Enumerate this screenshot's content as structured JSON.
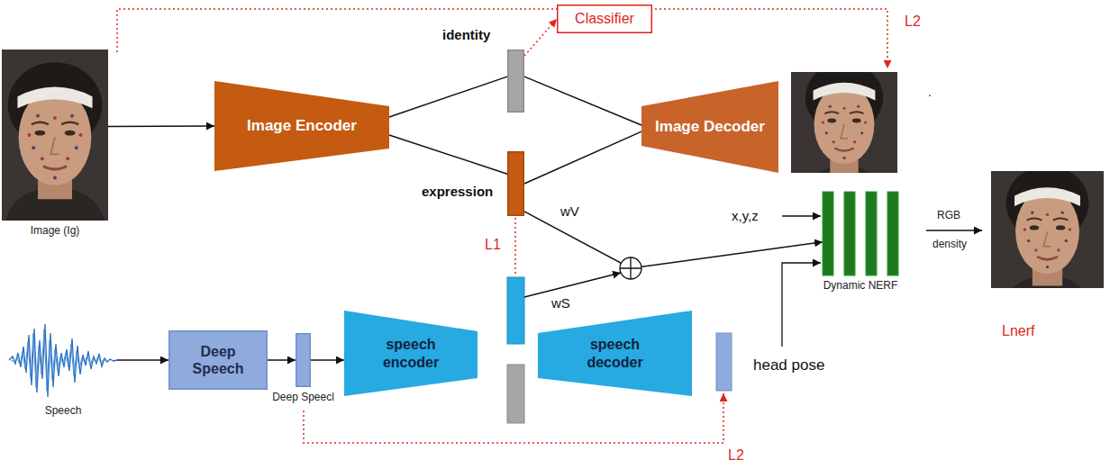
{
  "diagram": {
    "nodes": [
      {
        "text": [
          "Image (Ig)"
        ]
      },
      {
        "text": [
          "Image Encoder"
        ]
      },
      {
        "text": [
          "identity"
        ]
      },
      {
        "text": [
          "Classifier"
        ]
      },
      {
        "text": [
          "Image Decoder"
        ]
      },
      {
        "text": [
          "expression"
        ]
      },
      {
        "text": [
          "Dynamic NERF"
        ]
      },
      {
        "text": [
          "Speech"
        ]
      },
      {
        "text": [
          "Deep Speech"
        ]
      },
      {
        "text": [
          "Deep Speecl"
        ]
      },
      {
        "text": [
          "speech encoder"
        ]
      },
      {
        "text": [
          "speech decoder"
        ]
      }
    ],
    "edges": [
      {
        "from": 0,
        "to": 1,
        "arrow": "to"
      },
      {
        "from": 1,
        "to": 2,
        "arrow": "none"
      },
      {
        "from": 1,
        "to": 5,
        "arrow": "none"
      },
      {
        "from": 2,
        "to": 3,
        "arrow": "to"
      },
      {
        "from": 2,
        "to": 4,
        "arrow": "none"
      },
      {
        "from": 5,
        "to": 4,
        "arrow": "none"
      },
      {
        "from": 5,
        "to": 6,
        "label": "wV",
        "arrow": "to"
      },
      {
        "from": 7,
        "to": 8,
        "arrow": "to"
      },
      {
        "from": 8,
        "to": 9,
        "arrow": "to"
      },
      {
        "from": 9,
        "to": 10,
        "arrow": "to"
      }
    ],
    "labels": [
      "L2",
      ".",
      "wS",
      "L1",
      "x,y,z",
      "RGB",
      "density",
      "head pose",
      "Lnerf",
      "L2"
    ]
  }
}
